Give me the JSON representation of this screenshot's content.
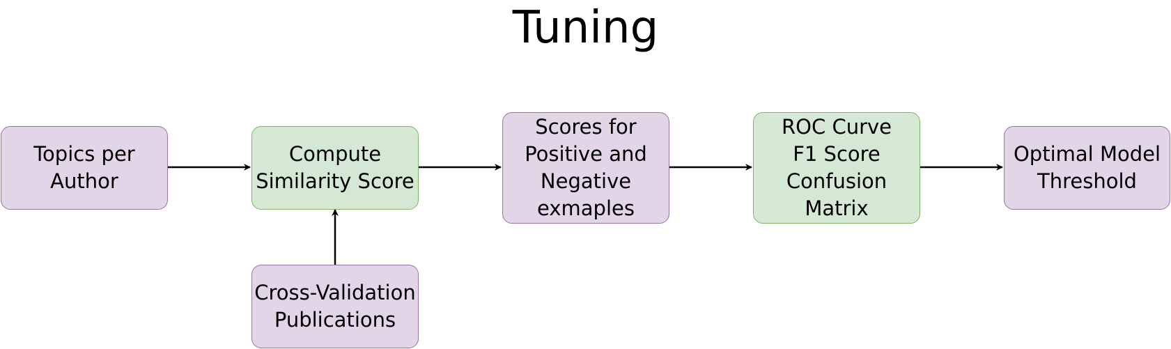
{
  "diagram": {
    "title": "Tuning",
    "nodes": [
      {
        "id": "topics",
        "lines": [
          "Topics per",
          "Author"
        ],
        "fill": "#e1d5e7",
        "stroke": "#9673a6"
      },
      {
        "id": "compute",
        "lines": [
          "Compute",
          "Similarity Score"
        ],
        "fill": "#d5e8d4",
        "stroke": "#82b366"
      },
      {
        "id": "scores",
        "lines": [
          "Scores for",
          "Positive and",
          "Negative",
          "exmaples"
        ],
        "fill": "#e1d5e7",
        "stroke": "#9673a6"
      },
      {
        "id": "roc",
        "lines": [
          "ROC Curve",
          "F1 Score",
          "Confusion",
          "Matrix"
        ],
        "fill": "#d5e8d4",
        "stroke": "#82b366"
      },
      {
        "id": "optimal",
        "lines": [
          "Optimal Model",
          "Threshold"
        ],
        "fill": "#e1d5e7",
        "stroke": "#9673a6"
      },
      {
        "id": "crossval",
        "lines": [
          "Cross-Validation",
          "Publications"
        ],
        "fill": "#e1d5e7",
        "stroke": "#9673a6"
      }
    ],
    "edges": [
      {
        "from": "topics",
        "to": "compute"
      },
      {
        "from": "compute",
        "to": "scores"
      },
      {
        "from": "scores",
        "to": "roc"
      },
      {
        "from": "roc",
        "to": "optimal"
      },
      {
        "from": "crossval",
        "to": "compute"
      }
    ]
  }
}
